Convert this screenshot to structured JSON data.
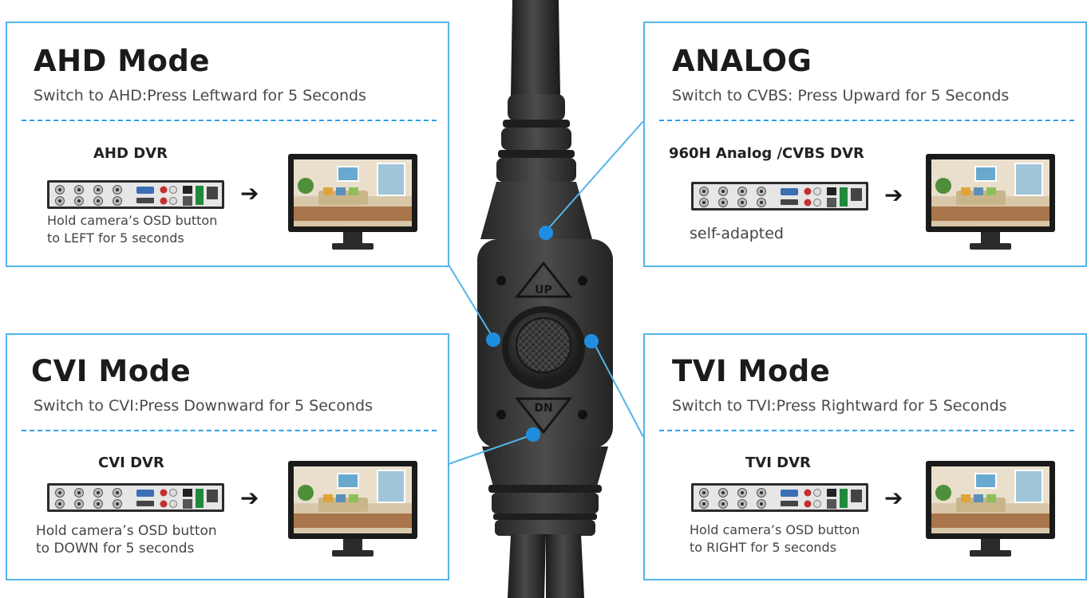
{
  "panels": {
    "ahd": {
      "title": "AHD Mode",
      "subtitle": "Switch to AHD:Press Leftward for 5 Seconds",
      "dvr_label": "AHD DVR",
      "note_line1": "Hold camera’s OSD button",
      "note_line2": "to LEFT for 5 seconds"
    },
    "analog": {
      "title": "ANALOG",
      "subtitle": "Switch to CVBS: Press Upward for 5 Seconds",
      "dvr_label": "960H Analog /CVBS DVR",
      "note_line1": "self-adapted"
    },
    "cvi": {
      "title": "CVI Mode",
      "subtitle": "Switch to CVI:Press Downward for 5 Seconds",
      "dvr_label": "CVI DVR",
      "note_line1": "Hold camera’s OSD button",
      "note_line2": "to DOWN for 5 seconds"
    },
    "tvi": {
      "title": "TVI Mode",
      "subtitle": "Switch to TVI:Press Rightward for 5 Seconds",
      "dvr_label": "TVI DVR",
      "note_line1": "Hold camera’s OSD button",
      "note_line2": "to RIGHT for 5 seconds"
    }
  },
  "arrow_glyph": "➔",
  "cable": {
    "up_label": "UP",
    "down_label": "DN"
  },
  "colors": {
    "accent": "#2e9fe6",
    "border": "#54b4ea",
    "cable": "#2a2a2a"
  }
}
